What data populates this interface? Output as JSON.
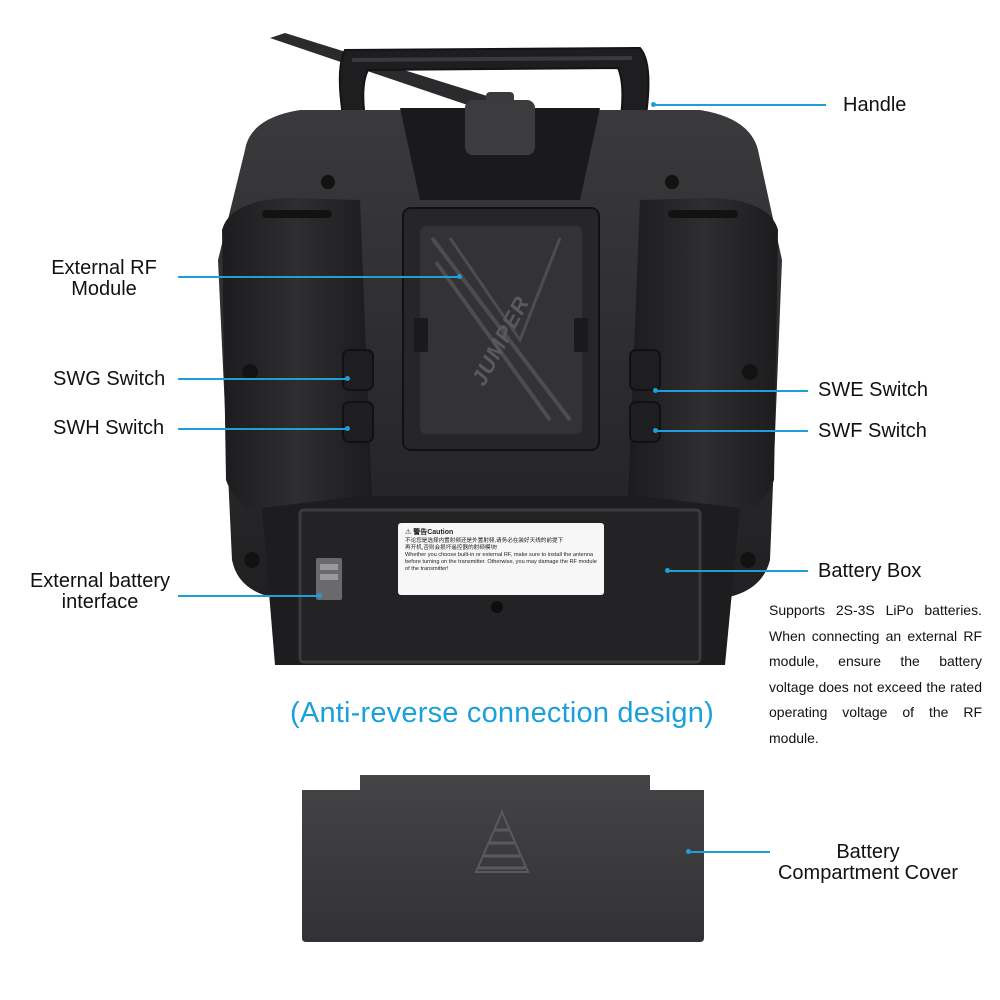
{
  "labels": {
    "handle": "Handle",
    "external_rf_module": [
      "External RF",
      "Module"
    ],
    "swg_switch": "SWG Switch",
    "swh_switch": "SWH Switch",
    "swe_switch": "SWE Switch",
    "swf_switch": "SWF Switch",
    "external_battery_interface": [
      "External battery",
      "interface"
    ],
    "battery_box": "Battery Box",
    "battery_compartment_cover": [
      "Battery",
      "Compartment Cover"
    ]
  },
  "battery_note": "Supports 2S-3S LiPo batteries. When connecting an external RF module, ensure the battery voltage does not exceed the rated operating voltage of the RF module.",
  "anti_reverse": "(Anti-reverse connection design)",
  "caution_label": {
    "title": "警告Caution",
    "line_cn_1": "不论您是选择内置射频还是外置射频,请务必在装好天线的前提下",
    "line_cn_2": "再开机,否则会损坏遥控器的射频模块!",
    "line_en": "Whether you choose built-in or external RF, make sure to install the antenna before turning on the transmitter. Otherwise, you may damage the RF module of the transmitter!"
  },
  "brand_mark": "JUMPER",
  "colors": {
    "accent": "#1e9fd8",
    "body": "#2c2c2e",
    "body_dark": "#1b1b1d",
    "cover": "#3a3a3c"
  },
  "icons": [
    "warning-triangle-icon",
    "ridge-triangle-icon"
  ]
}
